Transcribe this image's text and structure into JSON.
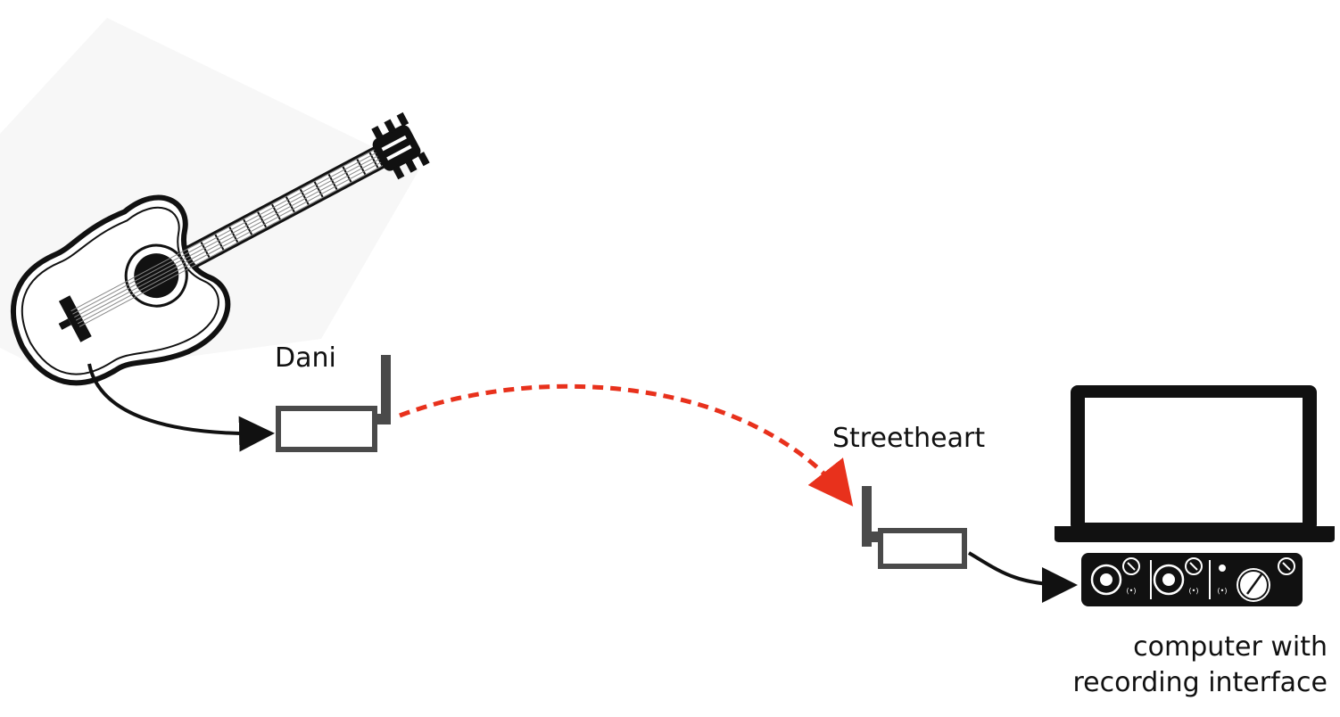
{
  "nodes": {
    "transmitter_label": "Dani",
    "receiver_label": "Streetheart",
    "computer_label_line1": "computer with",
    "computer_label_line2": "recording interface"
  },
  "colors": {
    "wireless_link": "#e8311c",
    "wired_link": "#111111",
    "device_outline": "#4a4a4a",
    "laptop": "#111111"
  },
  "icons": [
    "acoustic-guitar-icon",
    "transmitter-icon",
    "receiver-icon",
    "laptop-icon",
    "audio-interface-icon"
  ]
}
